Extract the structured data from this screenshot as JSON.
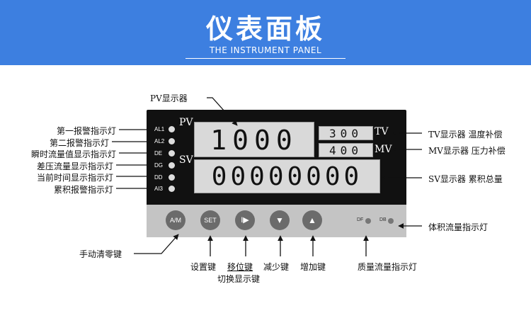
{
  "banner": {
    "title": "仪表面板",
    "subtitle": "THE INSTRUMENT PANEL"
  },
  "panel": {
    "pv_label": "PV",
    "sv_label": "SV",
    "tv_label": "TV",
    "mv_label": "MV",
    "pv_value": "1000",
    "sv_value": "00000000",
    "tv_value": "300",
    "mv_value": "400",
    "leds": [
      "AL1",
      "AL2",
      "DE",
      "DG",
      "DD",
      "AI3"
    ],
    "keys": [
      "A/M",
      "SET",
      "I▶",
      "▼",
      "▲"
    ],
    "df_label": "DF",
    "db_label": "DB"
  },
  "annotations": {
    "pv_display": "PV显示器",
    "alarm1": "第一报警指示灯",
    "alarm2": "第二报警指示灯",
    "instant_flow": "瞬时流量值显示指示灯",
    "diff_flow": "差压流量显示指示灯",
    "current_time": "当前时间显示指示灯",
    "cumulative_alarm": "累积报警指示灯",
    "tv_display": "TV显示器 温度补偿",
    "mv_display": "MV显示器 压力补偿",
    "sv_display": "SV显示器 累积总量",
    "volume_flow_led": "体积流量指示灯",
    "manual_clear": "手动清零键",
    "set_key": "设置键",
    "shift_key": "移位键",
    "switch_display": "切换显示键",
    "decrease_key": "减少键",
    "increase_key": "增加键",
    "mass_flow_led": "质量流量指示灯"
  }
}
